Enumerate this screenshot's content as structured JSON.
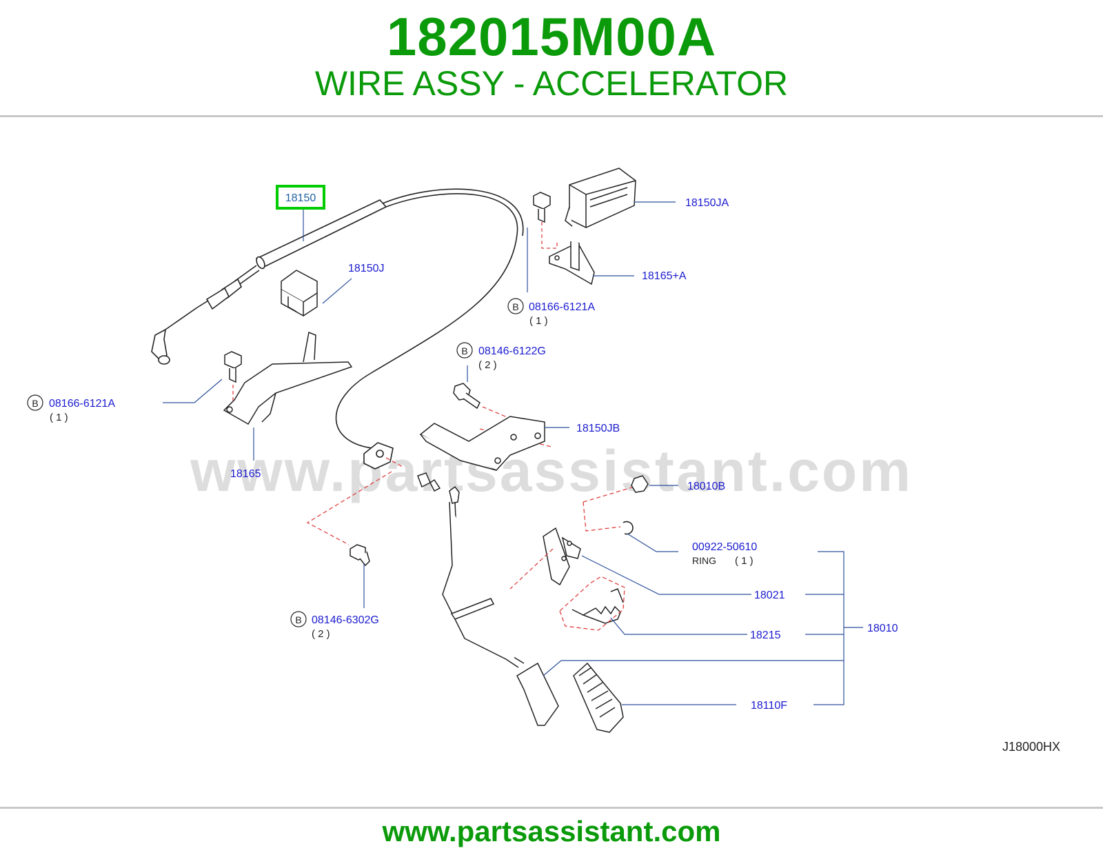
{
  "header": {
    "part_number": "182015M00A",
    "part_name": "WIRE ASSY - ACCELERATOR"
  },
  "diagram": {
    "highlight_color": "#00cc00",
    "label_color": "#1a1ad0",
    "watermark": "www.partsassistant.com",
    "reference_code": "J18000HX",
    "callouts": {
      "c18150": "18150",
      "c18150J": "18150J",
      "c18150JA": "18150JA",
      "c18165A": "18165+A",
      "c08166_right": "08166-6121A",
      "c08166_right_qty": "( 1 )",
      "c08146_6122": "08146-6122G",
      "c08146_6122_qty": "( 2 )",
      "c08166_left": "08166-6121A",
      "c08166_left_qty": "( 1 )",
      "c18165": "18165",
      "c18150JB": "18150JB",
      "c18010B": "18010B",
      "c00922": "00922-50610",
      "c00922_desc": "RING",
      "c00922_qty": "( 1 )",
      "c18021": "18021",
      "c18215": "18215",
      "c18010": "18010",
      "c18110F": "18110F",
      "c08146_6302": "08146-6302G",
      "c08146_6302_qty": "( 2 )",
      "bolt_marker": "B"
    }
  },
  "footer": {
    "url": "www.partsassistant.com"
  }
}
